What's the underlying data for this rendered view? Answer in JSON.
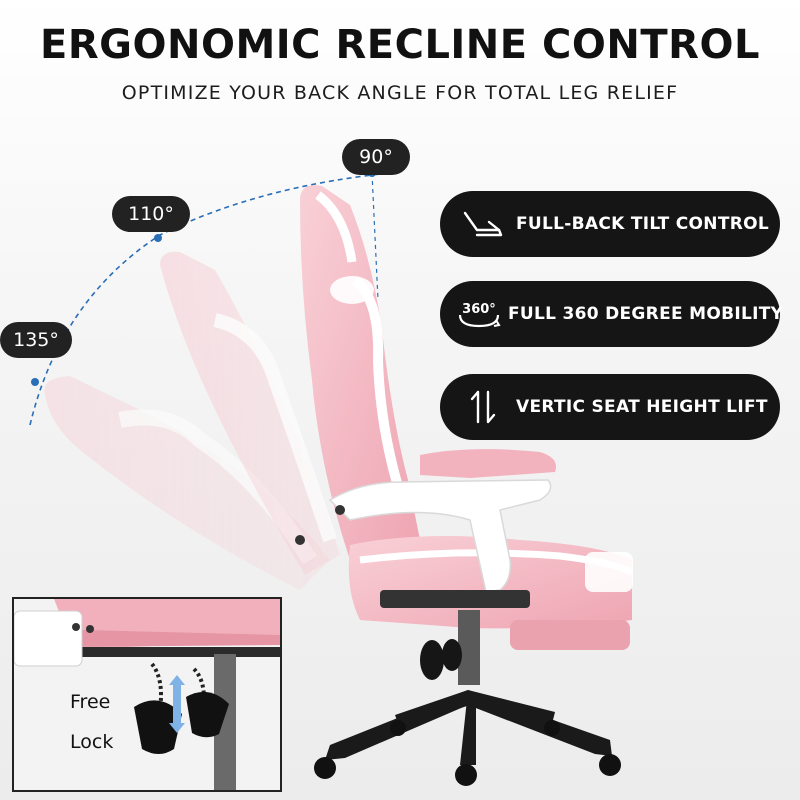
{
  "header": {
    "title": "ERGONOMIC RECLINE CONTROL",
    "subtitle": "OPTIMIZE YOUR BACK ANGLE FOR TOTAL LEG RELIEF"
  },
  "angles": [
    {
      "label": "90°"
    },
    {
      "label": "110°"
    },
    {
      "label": "135°"
    }
  ],
  "features": [
    {
      "label": "FULL-BACK TILT CONTROL",
      "icon": "recline-icon"
    },
    {
      "label": "FULL 360 DEGREE MOBILITY",
      "icon": "rotate-360-icon",
      "icon_text": "360°"
    },
    {
      "label": "VERTIC SEAT HEIGHT LIFT",
      "icon": "up-down-arrows-icon"
    }
  ],
  "inset": {
    "free_label": "Free",
    "lock_label": "Lock"
  },
  "colors": {
    "chair_pink": "#f4bcc6",
    "chair_pink_dark": "#e49aa8",
    "chair_white": "#ffffff",
    "pill_bg": "#151515",
    "arc_blue": "#2a6fb5",
    "arrow_blue": "#7fb3e6"
  }
}
